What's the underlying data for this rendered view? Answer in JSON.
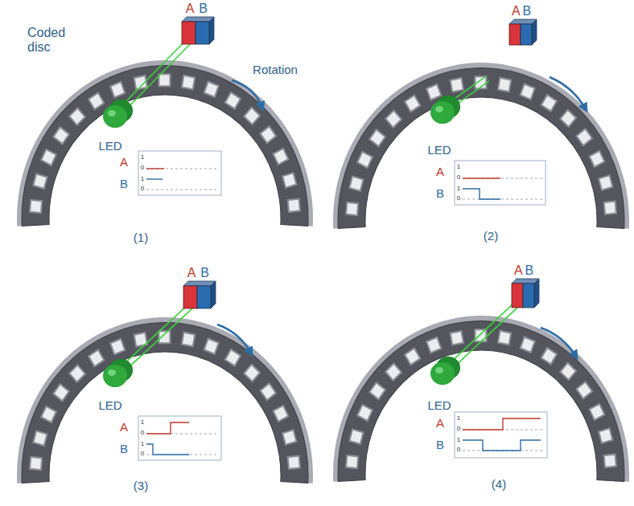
{
  "diagram": {
    "labels": [
      "Coded disc",
      "Rotation",
      "A",
      "B",
      "LED",
      "A",
      "1",
      "0",
      "B",
      "1",
      "0",
      "(1)",
      "A",
      "B",
      "LED",
      "A",
      "1",
      "0",
      "B",
      "1",
      "0",
      "(2)",
      "A",
      "B",
      "LED",
      "A",
      "1",
      "0",
      "B",
      "1",
      "0",
      "(3)",
      "A",
      "B",
      "LED",
      "A",
      "1",
      "0",
      "B",
      "1",
      "0",
      "(4)"
    ]
  }
}
